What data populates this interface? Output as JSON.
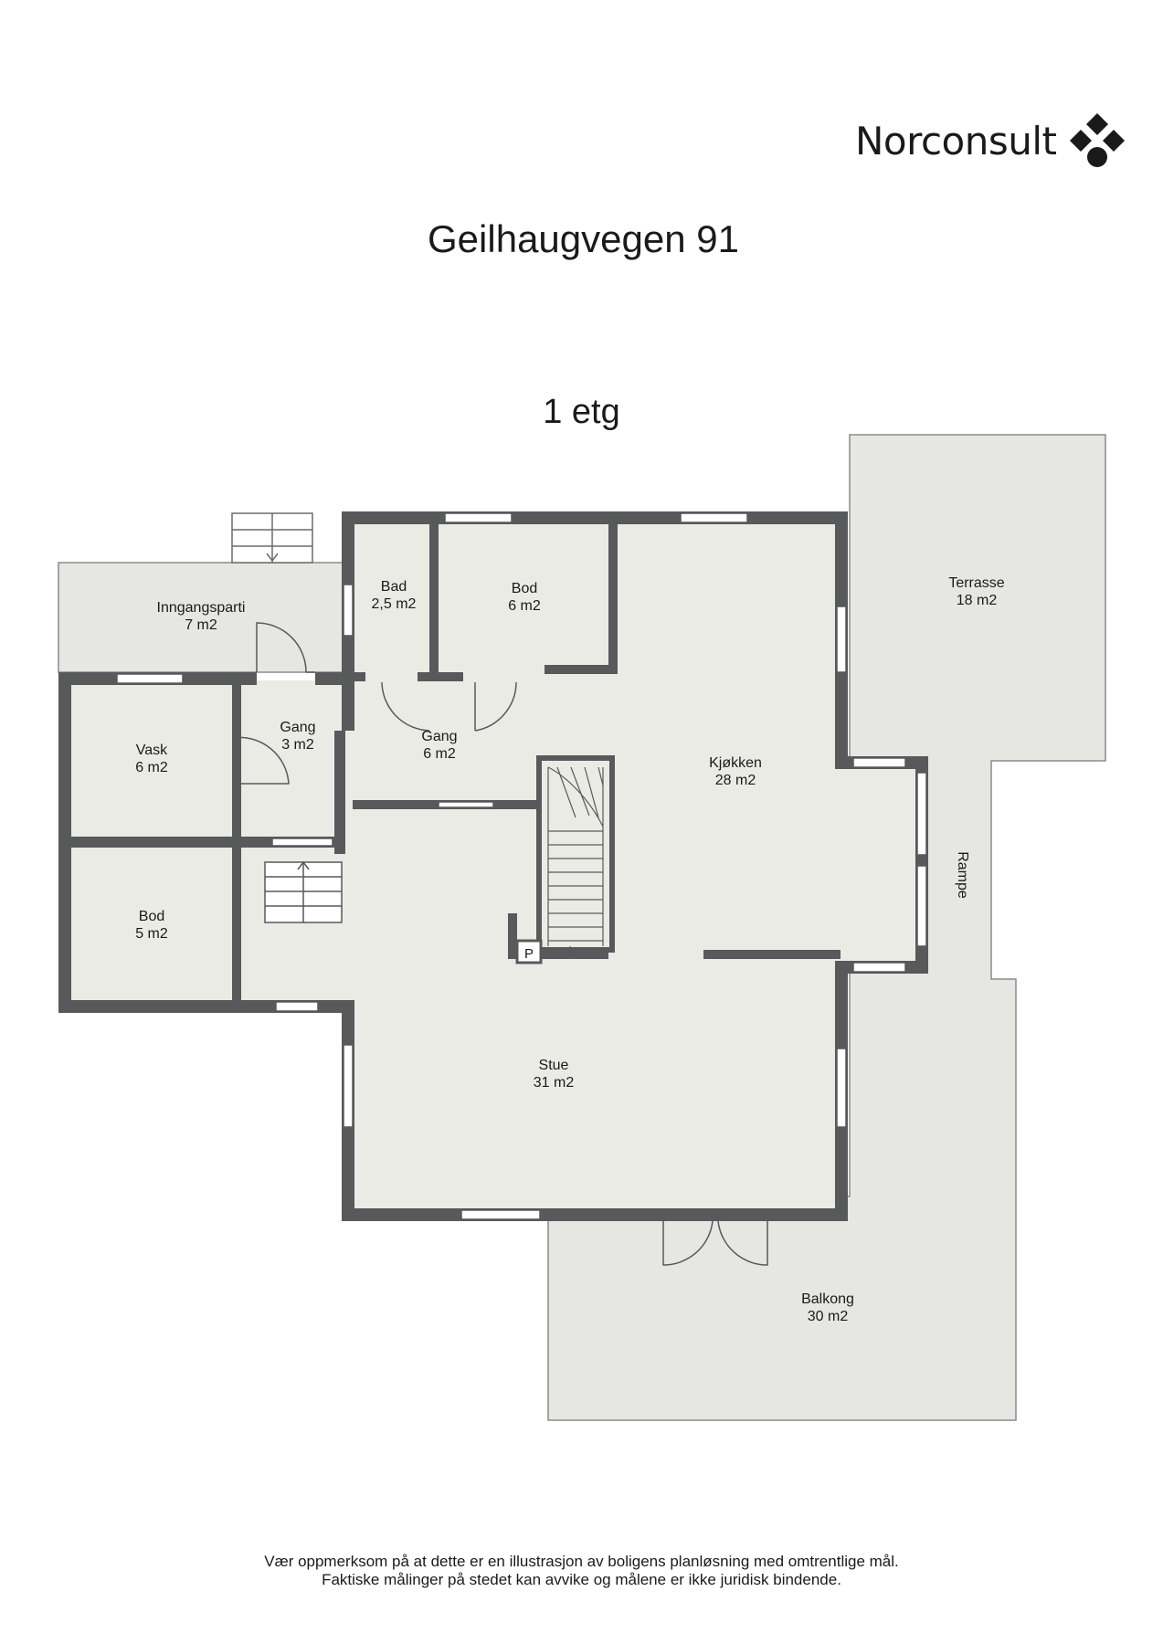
{
  "brand": {
    "name": "Norconsult",
    "color": "#1a1a1a"
  },
  "title": "Geilhaugvegen 91",
  "floor": "1 etg",
  "rooms": [
    {
      "id": "inngangsparti",
      "name": "Inngangsparti",
      "area": "7 m2"
    },
    {
      "id": "bad",
      "name": "Bad",
      "area": "2,5 m2"
    },
    {
      "id": "bod-top",
      "name": "Bod",
      "area": "6 m2"
    },
    {
      "id": "terrasse",
      "name": "Terrasse",
      "area": "18 m2"
    },
    {
      "id": "gang-small",
      "name": "Gang",
      "area": "3 m2"
    },
    {
      "id": "gang-mid",
      "name": "Gang",
      "area": "6 m2"
    },
    {
      "id": "kjokken",
      "name": "Kjøkken",
      "area": "28 m2"
    },
    {
      "id": "vask",
      "name": "Vask",
      "area": "6 m2"
    },
    {
      "id": "bod-left",
      "name": "Bod",
      "area": "5 m2"
    },
    {
      "id": "stue",
      "name": "Stue",
      "area": "31 m2"
    },
    {
      "id": "balkong",
      "name": "Balkong",
      "area": "30 m2"
    }
  ],
  "ramp_label": "Rampe",
  "pipe_label": "P",
  "colors": {
    "wall": "#58595b",
    "floor": "#ebebe6",
    "outdoor": "#e6e7e2",
    "window": "#ffffff"
  },
  "disclaimer": [
    "Vær oppmerksom på at dette er en illustrasjon av boligens planløsning med omtrentlige mål.",
    "Faktiske målinger på stedet kan avvike og målene er ikke juridisk bindende."
  ]
}
